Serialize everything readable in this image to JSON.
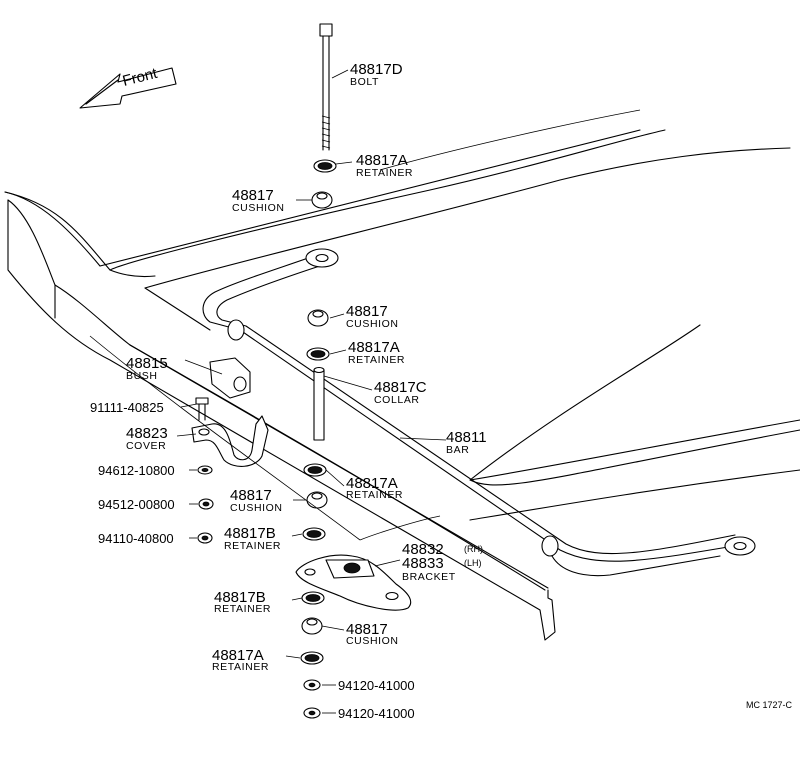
{
  "front_label": "Front",
  "drawing_code": "MC 1727-C",
  "labels": {
    "bolt": {
      "num": "48817D",
      "name": "BOLT"
    },
    "retainer_top": {
      "num": "48817A",
      "name": "RETAINER"
    },
    "cushion_top": {
      "num": "48817",
      "name": "CUSHION"
    },
    "cushion_upper_mid": {
      "num": "48817",
      "name": "CUSHION"
    },
    "retainer_upper_mid": {
      "num": "48817A",
      "name": "RETAINER"
    },
    "collar": {
      "num": "48817C",
      "name": "COLLAR"
    },
    "bar": {
      "num": "48811",
      "name": "BAR"
    },
    "bush": {
      "num": "48815",
      "name": "BUSH"
    },
    "bolt_91111": {
      "num": "91111-40825"
    },
    "cover": {
      "num": "48823",
      "name": "COVER"
    },
    "nut_94612": {
      "num": "94612-10800"
    },
    "washer_94512": {
      "num": "94512-00800"
    },
    "nut_94110": {
      "num": "94110-40800"
    },
    "retainer_lower_mid": {
      "num": "48817A",
      "name": "RETAINER"
    },
    "cushion_lower_mid": {
      "num": "48817",
      "name": "CUSHION"
    },
    "retainer_b_upper": {
      "num": "48817B",
      "name": "RETAINER"
    },
    "bracket": {
      "num1": "48832",
      "num2": "48833",
      "rh": "(RH)",
      "lh": "(LH)",
      "name": "BRACKET"
    },
    "retainer_b_lower": {
      "num": "48817B",
      "name": "RETAINER"
    },
    "cushion_bottom": {
      "num": "48817",
      "name": "CUSHION"
    },
    "retainer_bottom": {
      "num": "48817A",
      "name": "RETAINER"
    },
    "nut_94120_a": {
      "num": "94120-41000"
    },
    "nut_94120_b": {
      "num": "94120-41000"
    }
  }
}
